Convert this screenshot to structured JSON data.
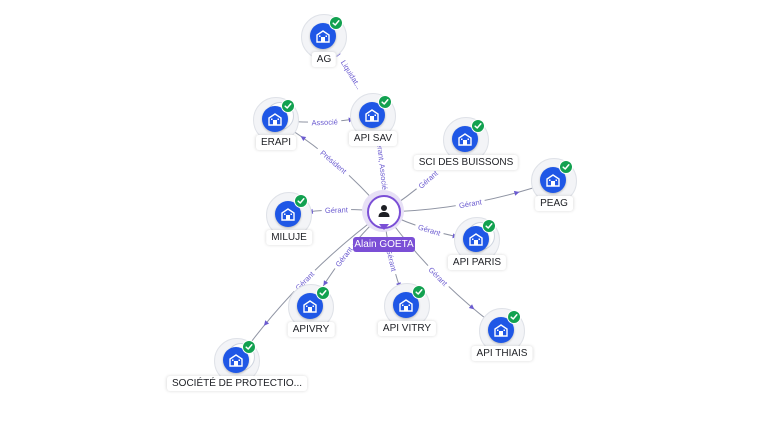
{
  "center": {
    "label": "Alain GOETA",
    "icon": "person-icon"
  },
  "nodes": [
    {
      "id": "ag",
      "label": "AG",
      "icon": "building-icon",
      "verified": true
    },
    {
      "id": "erapi",
      "label": "ERAPI",
      "icon": "building-icon",
      "verified": true
    },
    {
      "id": "apisav",
      "label": "API SAV",
      "icon": "building-icon",
      "verified": true
    },
    {
      "id": "scidesbuissons",
      "label": "SCI DES BUISSONS",
      "icon": "building-icon",
      "verified": true
    },
    {
      "id": "peag",
      "label": "PEAG",
      "icon": "building-icon",
      "verified": true
    },
    {
      "id": "miluje",
      "label": "MILUJE",
      "icon": "building-icon",
      "verified": true
    },
    {
      "id": "apiparis",
      "label": "API PARIS",
      "icon": "building-icon",
      "verified": true
    },
    {
      "id": "apivry",
      "label": "APIVRY",
      "icon": "building-icon",
      "verified": true
    },
    {
      "id": "apivitry",
      "label": "API VITRY",
      "icon": "building-icon",
      "verified": true
    },
    {
      "id": "apithiais",
      "label": "API THIAIS",
      "icon": "building-icon",
      "verified": true
    },
    {
      "id": "societe",
      "label": "SOCIÉTÉ DE PROTECTIO...",
      "icon": "building-icon",
      "verified": true
    }
  ],
  "edges": [
    {
      "from": "center",
      "to": "apisav",
      "label": "Gérant, Associé"
    },
    {
      "from": "apisav",
      "to": "ag",
      "label": "Liquidat..."
    },
    {
      "from": "erapi",
      "to": "apisav",
      "label": "Associé"
    },
    {
      "from": "center",
      "to": "erapi",
      "label": "Président"
    },
    {
      "from": "center",
      "to": "scidesbuissons",
      "label": "Gérant"
    },
    {
      "from": "center",
      "to": "peag",
      "label": "Gérant"
    },
    {
      "from": "center",
      "to": "miluje",
      "label": "Gérant"
    },
    {
      "from": "center",
      "to": "apiparis",
      "label": "Gérant"
    },
    {
      "from": "center",
      "to": "apivry",
      "label": "Gérant"
    },
    {
      "from": "center",
      "to": "apivitry",
      "label": "Gérant"
    },
    {
      "from": "center",
      "to": "apithiais",
      "label": "Gérant"
    },
    {
      "from": "center",
      "to": "societe",
      "label": "Gérant"
    }
  ],
  "colors": {
    "accent": "#7b4fd6",
    "node": "#1f57e6",
    "check": "#12a150",
    "edge": "#8f94a3",
    "edge_label": "#6b5bd0"
  }
}
